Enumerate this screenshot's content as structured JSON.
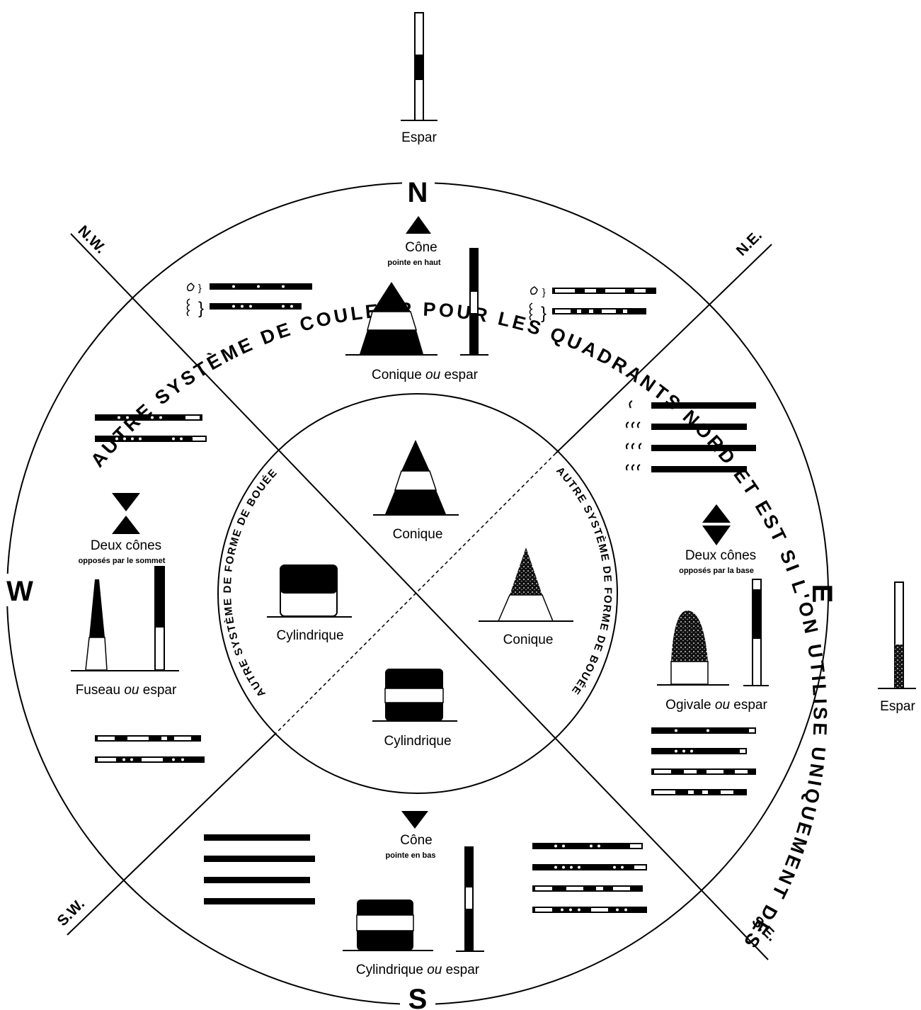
{
  "title_arc": "AUTRE SYSTÈME DE COULEUR POUR LES QUADRANTS NORD ET EST SI L'ON UTILISE UNIQUEMENT DES ESPARS",
  "inner_arc": "AUTRE SYSTÈME DE FORME DE BOUÉE",
  "cardinals": {
    "north": "N",
    "south": "S",
    "east": "E",
    "west": "W"
  },
  "intercardinals": {
    "nw": "N.W.",
    "ne": "N.E.",
    "sw": "S.W.",
    "se": "S.E."
  },
  "espar_top": "Espar",
  "espar_right": "Espar",
  "north": {
    "topmark": "Cône",
    "topmark_sub": "pointe en haut",
    "caption_a": "Conique",
    "caption_or": "ou",
    "caption_b": "espar"
  },
  "south": {
    "topmark": "Cône",
    "topmark_sub": "pointe en bas",
    "caption_a": "Cylindrique",
    "caption_or": "ou",
    "caption_b": "espar"
  },
  "west": {
    "topmark": "Deux cônes",
    "topmark_sub": "opposés par le sommet",
    "caption_a": "Fuseau",
    "caption_or": "ou",
    "caption_b": "espar"
  },
  "east": {
    "topmark": "Deux cônes",
    "topmark_sub": "opposés par la base",
    "caption_a": "Ogivale",
    "caption_or": "ou",
    "caption_b": "espar"
  },
  "inner": {
    "north": "Conique",
    "east": "Conique",
    "south": "Cylindrique",
    "west": "Cylindrique"
  }
}
